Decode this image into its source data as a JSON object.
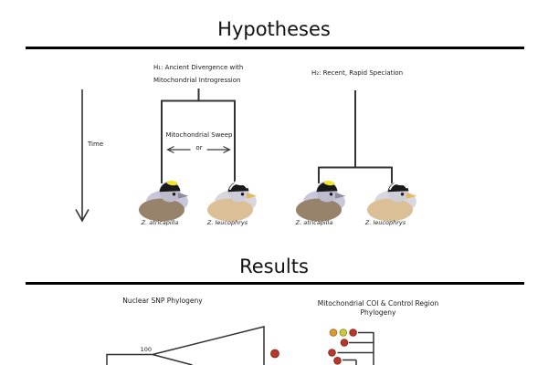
{
  "hypotheses": {
    "title": "Hypotheses",
    "time_label": "Time",
    "h1": {
      "label_line1": "H₁: Ancient Divergence with",
      "label_line2": "Mitochondrial Introgression",
      "sweep_label": "Mitochondrial Sweep",
      "or_label": "or"
    },
    "h2": {
      "label": "H₂: Recent, Rapid Speciation"
    }
  },
  "results": {
    "title": "Results",
    "nuclear_title": "Nuclear SNP Phylogeny",
    "nuclear_support": "100",
    "mito_title_line1": "Mitochondrial COI & Control Region",
    "mito_title_line2": "Phylogeny",
    "mito_tip_rows": [
      {
        "row": 1,
        "dots": [
          "orange",
          "yellow",
          "red"
        ]
      },
      {
        "row": 2,
        "dots": [
          "red"
        ]
      },
      {
        "row": 3,
        "dots": [
          "red"
        ]
      },
      {
        "row": 4,
        "dots": [
          "red"
        ]
      }
    ]
  },
  "species": {
    "atricapilla": "Z. atricapilla",
    "leucophrys": "Z. leucophrys"
  },
  "colors": {
    "rule": "#000000",
    "line": "#333333",
    "arrow": "#3a3a3a",
    "tip_red": "#B5392B",
    "tip_red_edge": "#8A2A1F",
    "tip_orange": "#DD9A32",
    "tip_orange_edge": "#A8731F",
    "tip_yellow": "#C7CA40",
    "tip_yellow_edge": "#939626",
    "crown_black": "#191919",
    "eye": "#141414",
    "atri_body": "#97836B",
    "atri_breast": "#C7C6DA",
    "atri_face": "#BCBCCE",
    "atri_beak": "#8E8E99",
    "atri_patch": "#F2E42C",
    "leuco_body": "#DBC097",
    "leuco_breast": "#D8D6DE",
    "leuco_face": "#CFCED8",
    "leuco_beak": "#E3BA5D",
    "leuco_stripe": "#FFFFFF"
  }
}
